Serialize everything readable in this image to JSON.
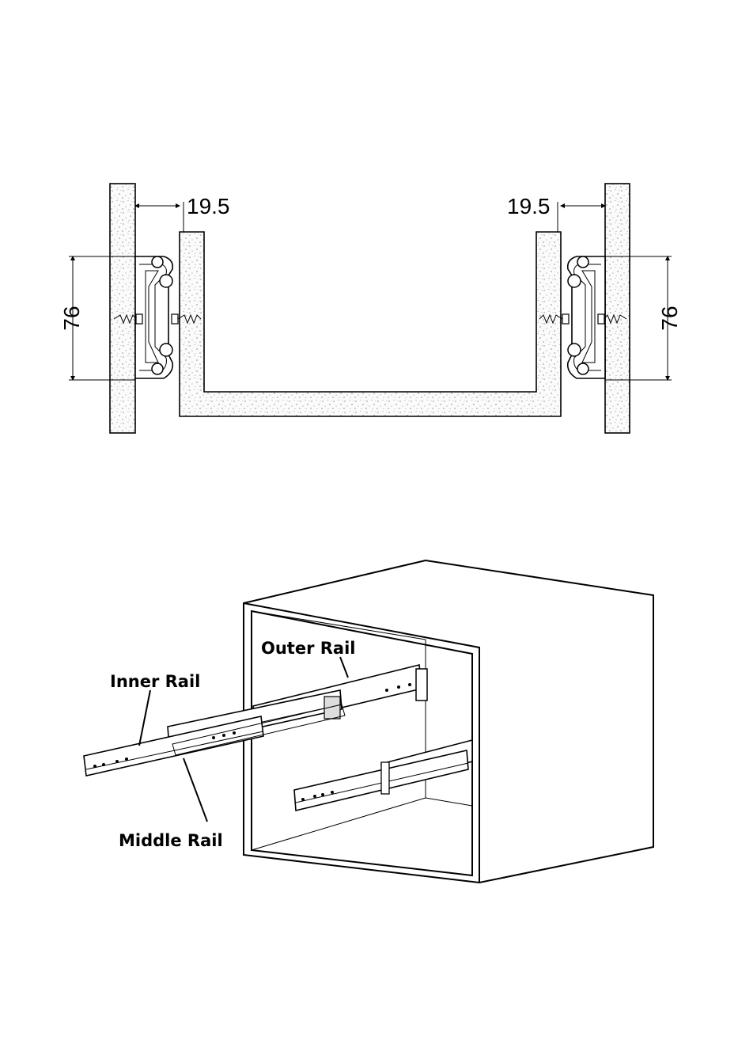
{
  "section_view": {
    "dimension_left_gap": "19.5",
    "dimension_right_gap": "19.5",
    "dimension_left_height": "76",
    "dimension_right_height": "76"
  },
  "cabinet_view": {
    "labels": {
      "outer_rail": "Outer Rail",
      "inner_rail": "Inner Rail",
      "middle_rail": "Middle Rail"
    }
  }
}
